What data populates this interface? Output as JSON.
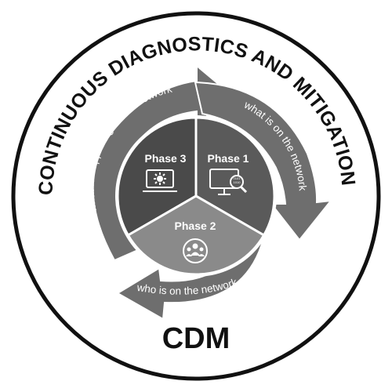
{
  "title": "CONTINUOUS DIAGNOSTICS AND MITIGATION",
  "acronym": "CDM",
  "arrows": [
    {
      "label": "what is happening on the network"
    },
    {
      "label": "what is on the network"
    },
    {
      "label": "who is on the network"
    }
  ],
  "phases": [
    {
      "label": "Phase 3",
      "icon": "monitor-gear-icon"
    },
    {
      "label": "Phase 1",
      "icon": "monitor-magnifier-icon"
    },
    {
      "label": "Phase 2",
      "icon": "people-group-icon"
    }
  ],
  "colors": {
    "ring": "#111111",
    "arrow_fill": "#6e6e6e",
    "phase_dark": "#4a4a4a",
    "phase_mid": "#5a5a5a",
    "phase_light": "#8a8a8a",
    "text_on_dark": "#ffffff"
  }
}
